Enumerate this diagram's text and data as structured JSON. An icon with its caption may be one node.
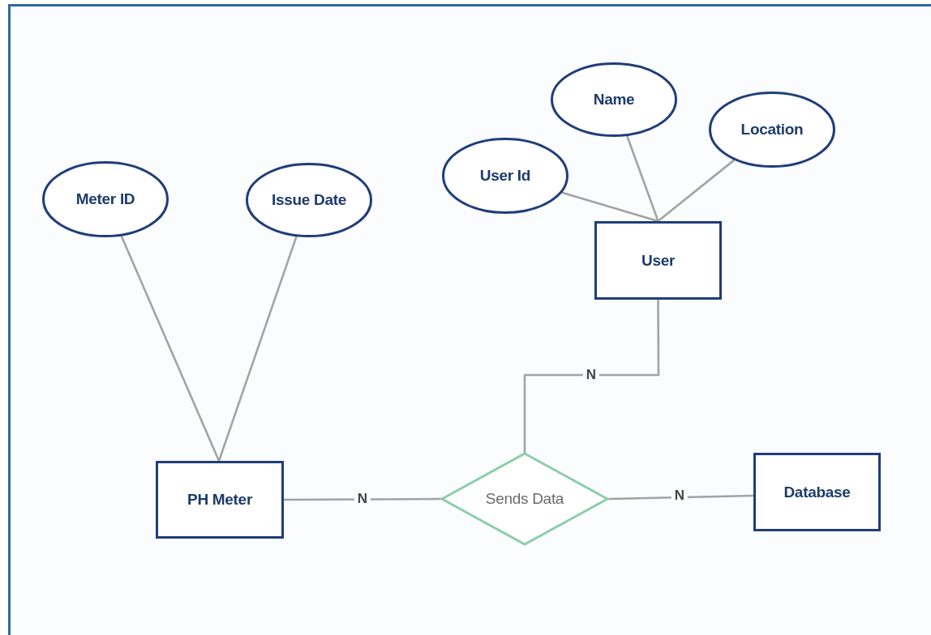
{
  "diagram": {
    "nodes": [
      {
        "text": [
          "Meter ID"
        ]
      },
      {
        "text": [
          "Issue Date"
        ]
      },
      {
        "text": [
          "User Id"
        ]
      },
      {
        "text": [
          "Name"
        ]
      },
      {
        "text": [
          "Location"
        ]
      },
      {
        "text": [
          "User"
        ]
      },
      {
        "text": [
          "PH Meter"
        ]
      },
      {
        "text": [
          "Sends Data"
        ]
      },
      {
        "text": [
          "Database"
        ]
      }
    ],
    "edges": [
      {
        "from": 0,
        "to": 6,
        "arrow": "none"
      },
      {
        "from": 1,
        "to": 6,
        "arrow": "none"
      },
      {
        "from": 2,
        "to": 5,
        "arrow": "none"
      },
      {
        "from": 3,
        "to": 5,
        "arrow": "none"
      },
      {
        "from": 4,
        "to": 5,
        "arrow": "none"
      },
      {
        "from": 6,
        "to": 7,
        "arrow": "none",
        "label": "N"
      },
      {
        "from": 7,
        "to": 5,
        "arrow": "none",
        "label": "N"
      },
      {
        "from": 7,
        "to": 8,
        "arrow": "none",
        "label": "N"
      }
    ]
  }
}
